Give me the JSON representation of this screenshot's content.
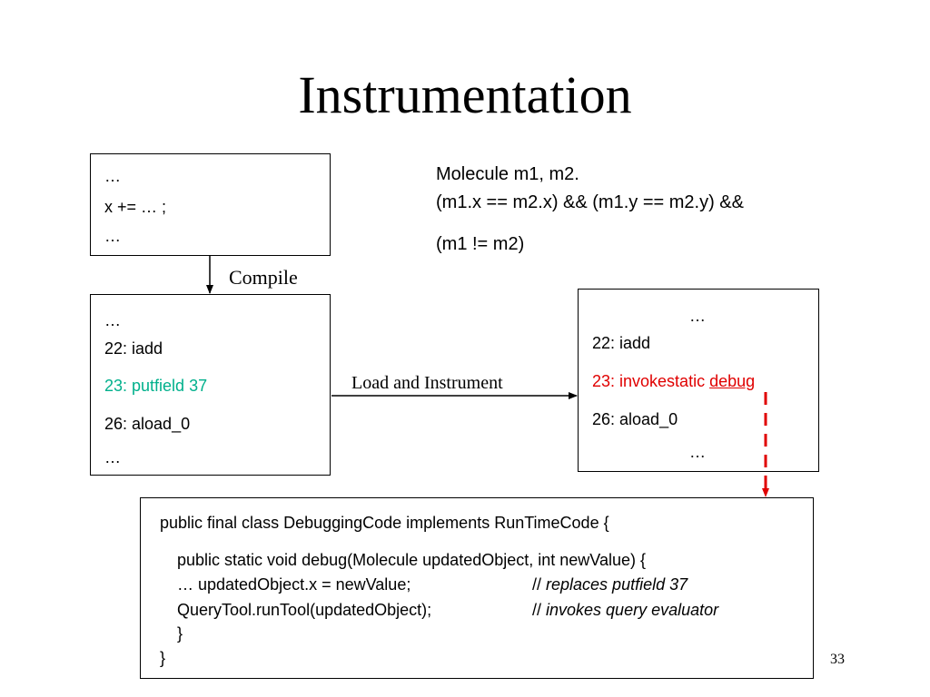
{
  "slide": {
    "title": "Instrumentation",
    "page_number": "33"
  },
  "source_box": {
    "lines": [
      "…",
      "x += … ;",
      "…"
    ]
  },
  "compile_label": "Compile",
  "bytecode_box": {
    "line1": "…",
    "line2": "22: iadd",
    "line3": "23: putfield 37",
    "line4": "26: aload_0",
    "line5": "…"
  },
  "load_label": "Load and Instrument",
  "instrumented_box": {
    "line1": "…",
    "line2": "22: iadd",
    "line3_prefix": "23: invokestatic ",
    "line3_link": "debug",
    "line4": "26: aload_0",
    "line5": "…"
  },
  "query": {
    "line1": "Molecule m1, m2.",
    "line2": "(m1.x == m2.x) && (m1.y == m2.y) &&",
    "line3": "(m1 != m2)"
  },
  "code_box": {
    "class_decl": "public final class DebuggingCode implements RunTimeCode {",
    "method_decl": "public static void debug(Molecule updatedObject, int newValue) {",
    "stmt1": "… updatedObject.x = newValue;",
    "comment1_slashes": "// ",
    "comment1_text": "replaces putfield 37",
    "stmt2": "QueryTool.runTool(updatedObject);",
    "comment2_slashes": "// ",
    "comment2_text": "invokes query evaluator",
    "close_method": "}",
    "close_class": "}"
  },
  "colors": {
    "highlight_green": "#00b08c",
    "highlight_red": "#e00000"
  }
}
